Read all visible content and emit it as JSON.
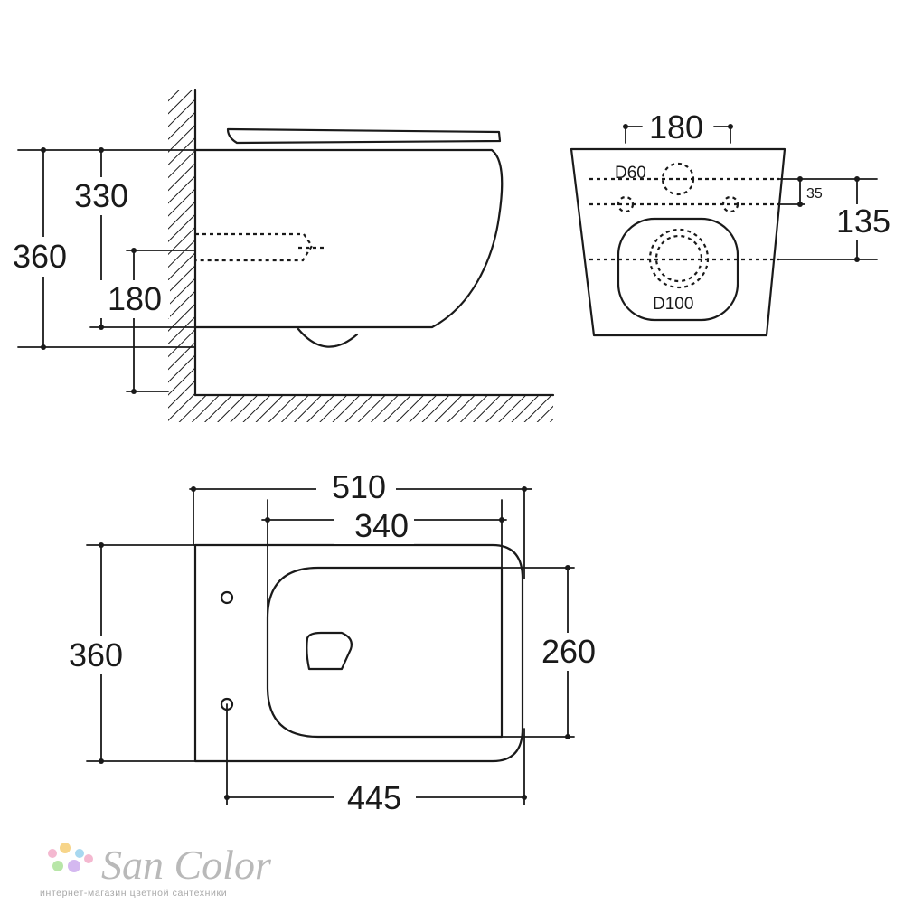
{
  "side_view": {
    "overall_height": "360",
    "bowl_height": "330",
    "drain_height": "180"
  },
  "front_view": {
    "bolt_spacing": "180",
    "waste_outlet": "D60",
    "inlet_offset": "35",
    "height_to_outlet": "135",
    "drain_outlet": "D100"
  },
  "top_view": {
    "overall_length": "510",
    "seat_length": "340",
    "overall_width": "360",
    "seat_width": "260",
    "fixing_length": "445"
  },
  "watermark": {
    "brand": "SanColor",
    "tagline": "интернет-магазин цветной сантехники",
    "dot_colors": [
      "#f4b8d0",
      "#f7d58a",
      "#a8d8f0",
      "#b8e6a8",
      "#d4b8f0"
    ]
  }
}
